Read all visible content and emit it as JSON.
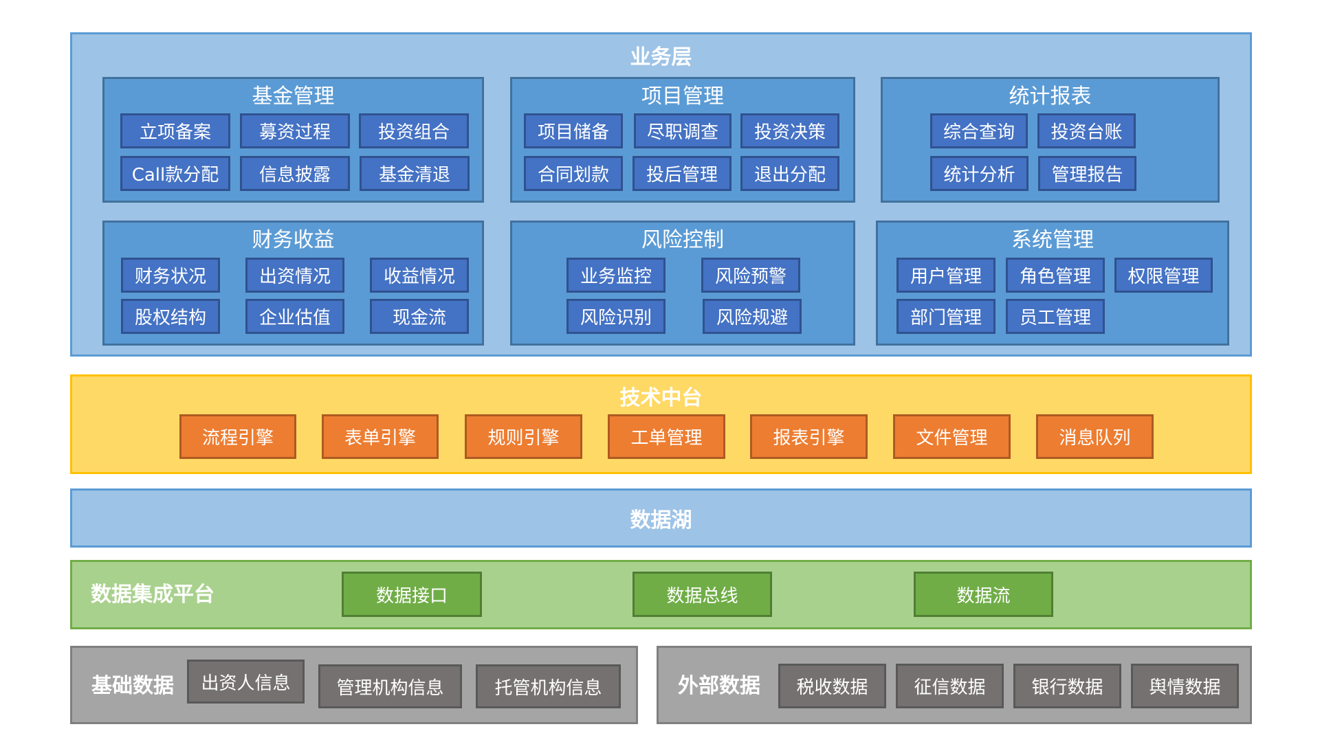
{
  "business_layer": {
    "title": "业务层",
    "modules": [
      {
        "title": "基金管理",
        "items": [
          "立项备案",
          "募资过程",
          "投资组合",
          "Call款分配",
          "信息披露",
          "基金清退"
        ]
      },
      {
        "title": "项目管理",
        "items": [
          "项目储备",
          "尽职调查",
          "投资决策",
          "合同划款",
          "投后管理",
          "退出分配"
        ]
      },
      {
        "title": "统计报表",
        "items": [
          "综合查询",
          "投资台账",
          "统计分析",
          "管理报告"
        ]
      },
      {
        "title": "财务收益",
        "items": [
          "财务状况",
          "出资情况",
          "收益情况",
          "股权结构",
          "企业估值",
          "现金流"
        ]
      },
      {
        "title": "风险控制",
        "items": [
          "业务监控",
          "风险预警",
          "风险识别",
          "风险规避"
        ]
      },
      {
        "title": "系统管理",
        "items": [
          "用户管理",
          "角色管理",
          "权限管理",
          "部门管理",
          "员工管理"
        ]
      }
    ]
  },
  "tech_platform": {
    "title": "技术中台",
    "items": [
      "流程引擎",
      "表单引擎",
      "规则引擎",
      "工单管理",
      "报表引擎",
      "文件管理",
      "消息队列"
    ]
  },
  "data_lake": {
    "title": "数据湖"
  },
  "integration_platform": {
    "title": "数据集成平台",
    "items": [
      "数据接口",
      "数据总线",
      "数据流"
    ]
  },
  "basic_data": {
    "title": "基础数据",
    "items": [
      "出资人信息",
      "管理机构信息",
      "托管机构信息"
    ]
  },
  "external_data": {
    "title": "外部数据",
    "items": [
      "税收数据",
      "征信数据",
      "银行数据",
      "舆情数据"
    ]
  },
  "colors": {
    "business_bg": "#9DC3E6",
    "module_bg": "#5B9BD5",
    "module_button": "#4472C4",
    "tech_bg": "#FFD966",
    "tech_button": "#ED7D31",
    "integration_bg": "#A9D18E",
    "integration_button": "#70AD47",
    "data_bg": "#A5A5A5",
    "data_button": "#767171"
  }
}
